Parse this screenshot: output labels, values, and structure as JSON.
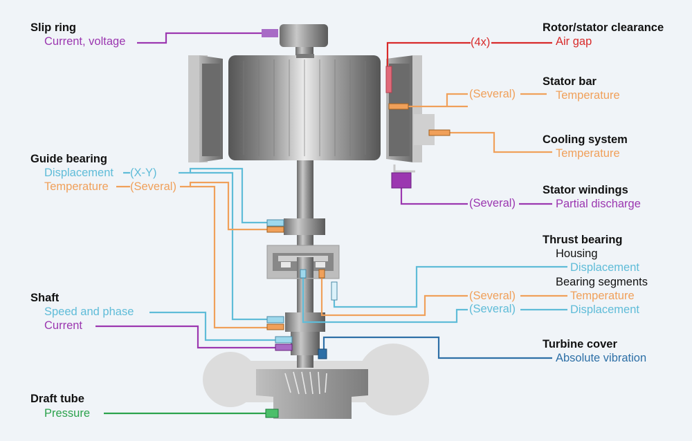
{
  "colors": {
    "purple": "#9b37b0",
    "orange": "#f0a05a",
    "cyan": "#5fbcd8",
    "red": "#d82a2a",
    "green": "#2ba24c",
    "navy": "#2d6fa6",
    "background": "#f0f4f8",
    "metal": "#8d8d8d"
  },
  "left": {
    "slip_ring": {
      "title": "Slip ring",
      "measure": "Current, voltage"
    },
    "guide_bearing": {
      "title": "Guide bearing",
      "displacement": "Displacement",
      "displacement_tag": "(X-Y)",
      "temperature": "Temperature",
      "temperature_tag": "(Several)"
    },
    "shaft": {
      "title": "Shaft",
      "speed": "Speed and phase",
      "current": "Current"
    },
    "draft_tube": {
      "title": "Draft tube",
      "pressure": "Pressure"
    }
  },
  "right": {
    "rotor_stator": {
      "title": "Rotor/stator clearance",
      "tag": "(4x)",
      "measure": "Air gap"
    },
    "stator_bar": {
      "title": "Stator bar",
      "tag": "(Several)",
      "measure": "Temperature"
    },
    "cooling": {
      "title": "Cooling system",
      "measure": "Temperature"
    },
    "stator_windings": {
      "title": "Stator windings",
      "tag": "(Several)",
      "measure": "Partial discharge"
    },
    "thrust_bearing": {
      "title": "Thrust bearing",
      "housing": "Housing",
      "housing_measure": "Displacement",
      "segments": "Bearing segments",
      "seg_temp_tag": "(Several)",
      "seg_temp": "Temperature",
      "seg_disp_tag": "(Several)",
      "seg_disp": "Displacement"
    },
    "turbine_cover": {
      "title": "Turbine cover",
      "measure": "Absolute vibration"
    }
  }
}
